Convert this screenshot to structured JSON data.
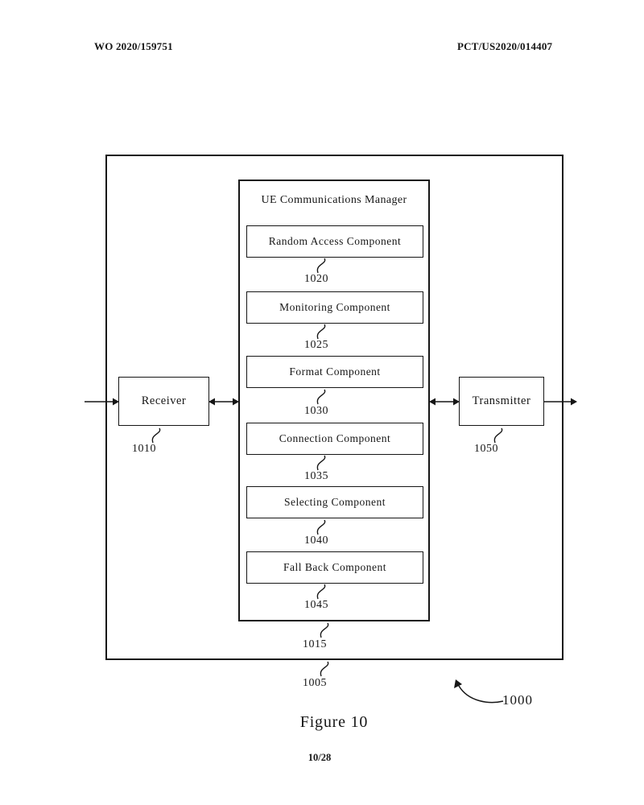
{
  "header": {
    "left_doc_number": "WO 2020/159751",
    "right_doc_number": "PCT/US2020/014407"
  },
  "diagram": {
    "outer_box_ref": "1005",
    "system_ref": "1000",
    "receiver": {
      "label": "Receiver",
      "ref": "1010"
    },
    "transmitter": {
      "label": "Transmitter",
      "ref": "1050"
    },
    "manager": {
      "title": "UE Communications Manager",
      "ref": "1015",
      "components": [
        {
          "label": "Random Access Component",
          "ref": "1020"
        },
        {
          "label": "Monitoring Component",
          "ref": "1025"
        },
        {
          "label": "Format Component",
          "ref": "1030"
        },
        {
          "label": "Connection Component",
          "ref": "1035"
        },
        {
          "label": "Selecting Component",
          "ref": "1040"
        },
        {
          "label": "Fall Back Component",
          "ref": "1045"
        }
      ]
    },
    "arrows": {
      "left_input": "arrow-into-receiver",
      "receiver_manager": "double-headed-arrow",
      "manager_transmitter": "double-headed-arrow",
      "right_output": "arrow-out-of-transmitter",
      "system_pointer": "curved-arrow-to-outer-box"
    }
  },
  "caption": {
    "figure_label": "Figure 10",
    "sheet_number": "10/28"
  },
  "colors": {
    "ink": "#161616",
    "background": "#ffffff"
  }
}
